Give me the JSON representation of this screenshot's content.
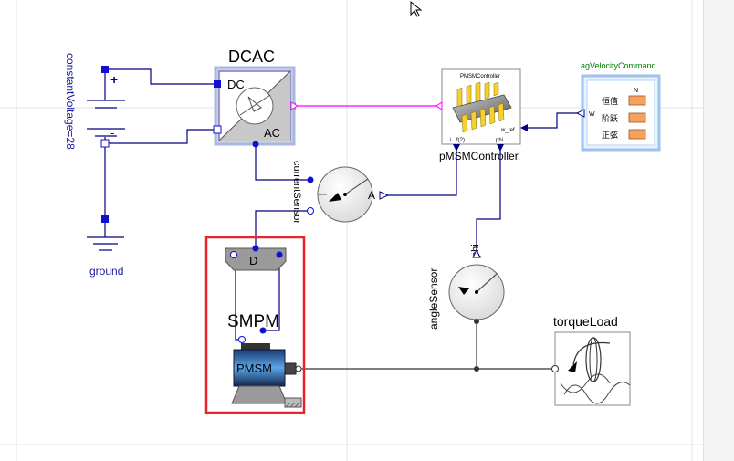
{
  "diagram": {
    "constant_voltage_label": "constantVoltage=28",
    "plus_sign": "+",
    "minus_sign": "-",
    "ground_label": "ground",
    "dcac_title": "DCAC",
    "dcac_dc_port": "DC",
    "dcac_ac_port": "AC",
    "current_sensor_label": "currentSensor",
    "current_sensor_glyph": "A",
    "controller_inner_title": "PMSMController",
    "controller_label": "pMSMController",
    "controller_port_i": "i",
    "controller_port_i_dq": "f(2)",
    "controller_port_phi": "phi",
    "controller_port_w_ref": "w_ref",
    "velocity_command_label": "agVelocityCommand",
    "velocity_command_port": "W",
    "velocity_command_header": "N",
    "velocity_command_rows": [
      "恒值",
      "阶跃",
      "正弦"
    ],
    "smpm_title": "SMPM",
    "smpm_d_label": "D",
    "smpm_motor_label": "PMSM",
    "angle_sensor_label": "angleSensor",
    "angle_sensor_port": "phi",
    "torque_load_label": "torqueLoad"
  },
  "colors": {
    "wire": "#00007f",
    "signal": "#000080",
    "real_signal": "#ff00ff",
    "shaft": "#333333",
    "highlight": "#e8232a",
    "gridline": "#dfe6ee",
    "selection": "#a0c4f0"
  }
}
